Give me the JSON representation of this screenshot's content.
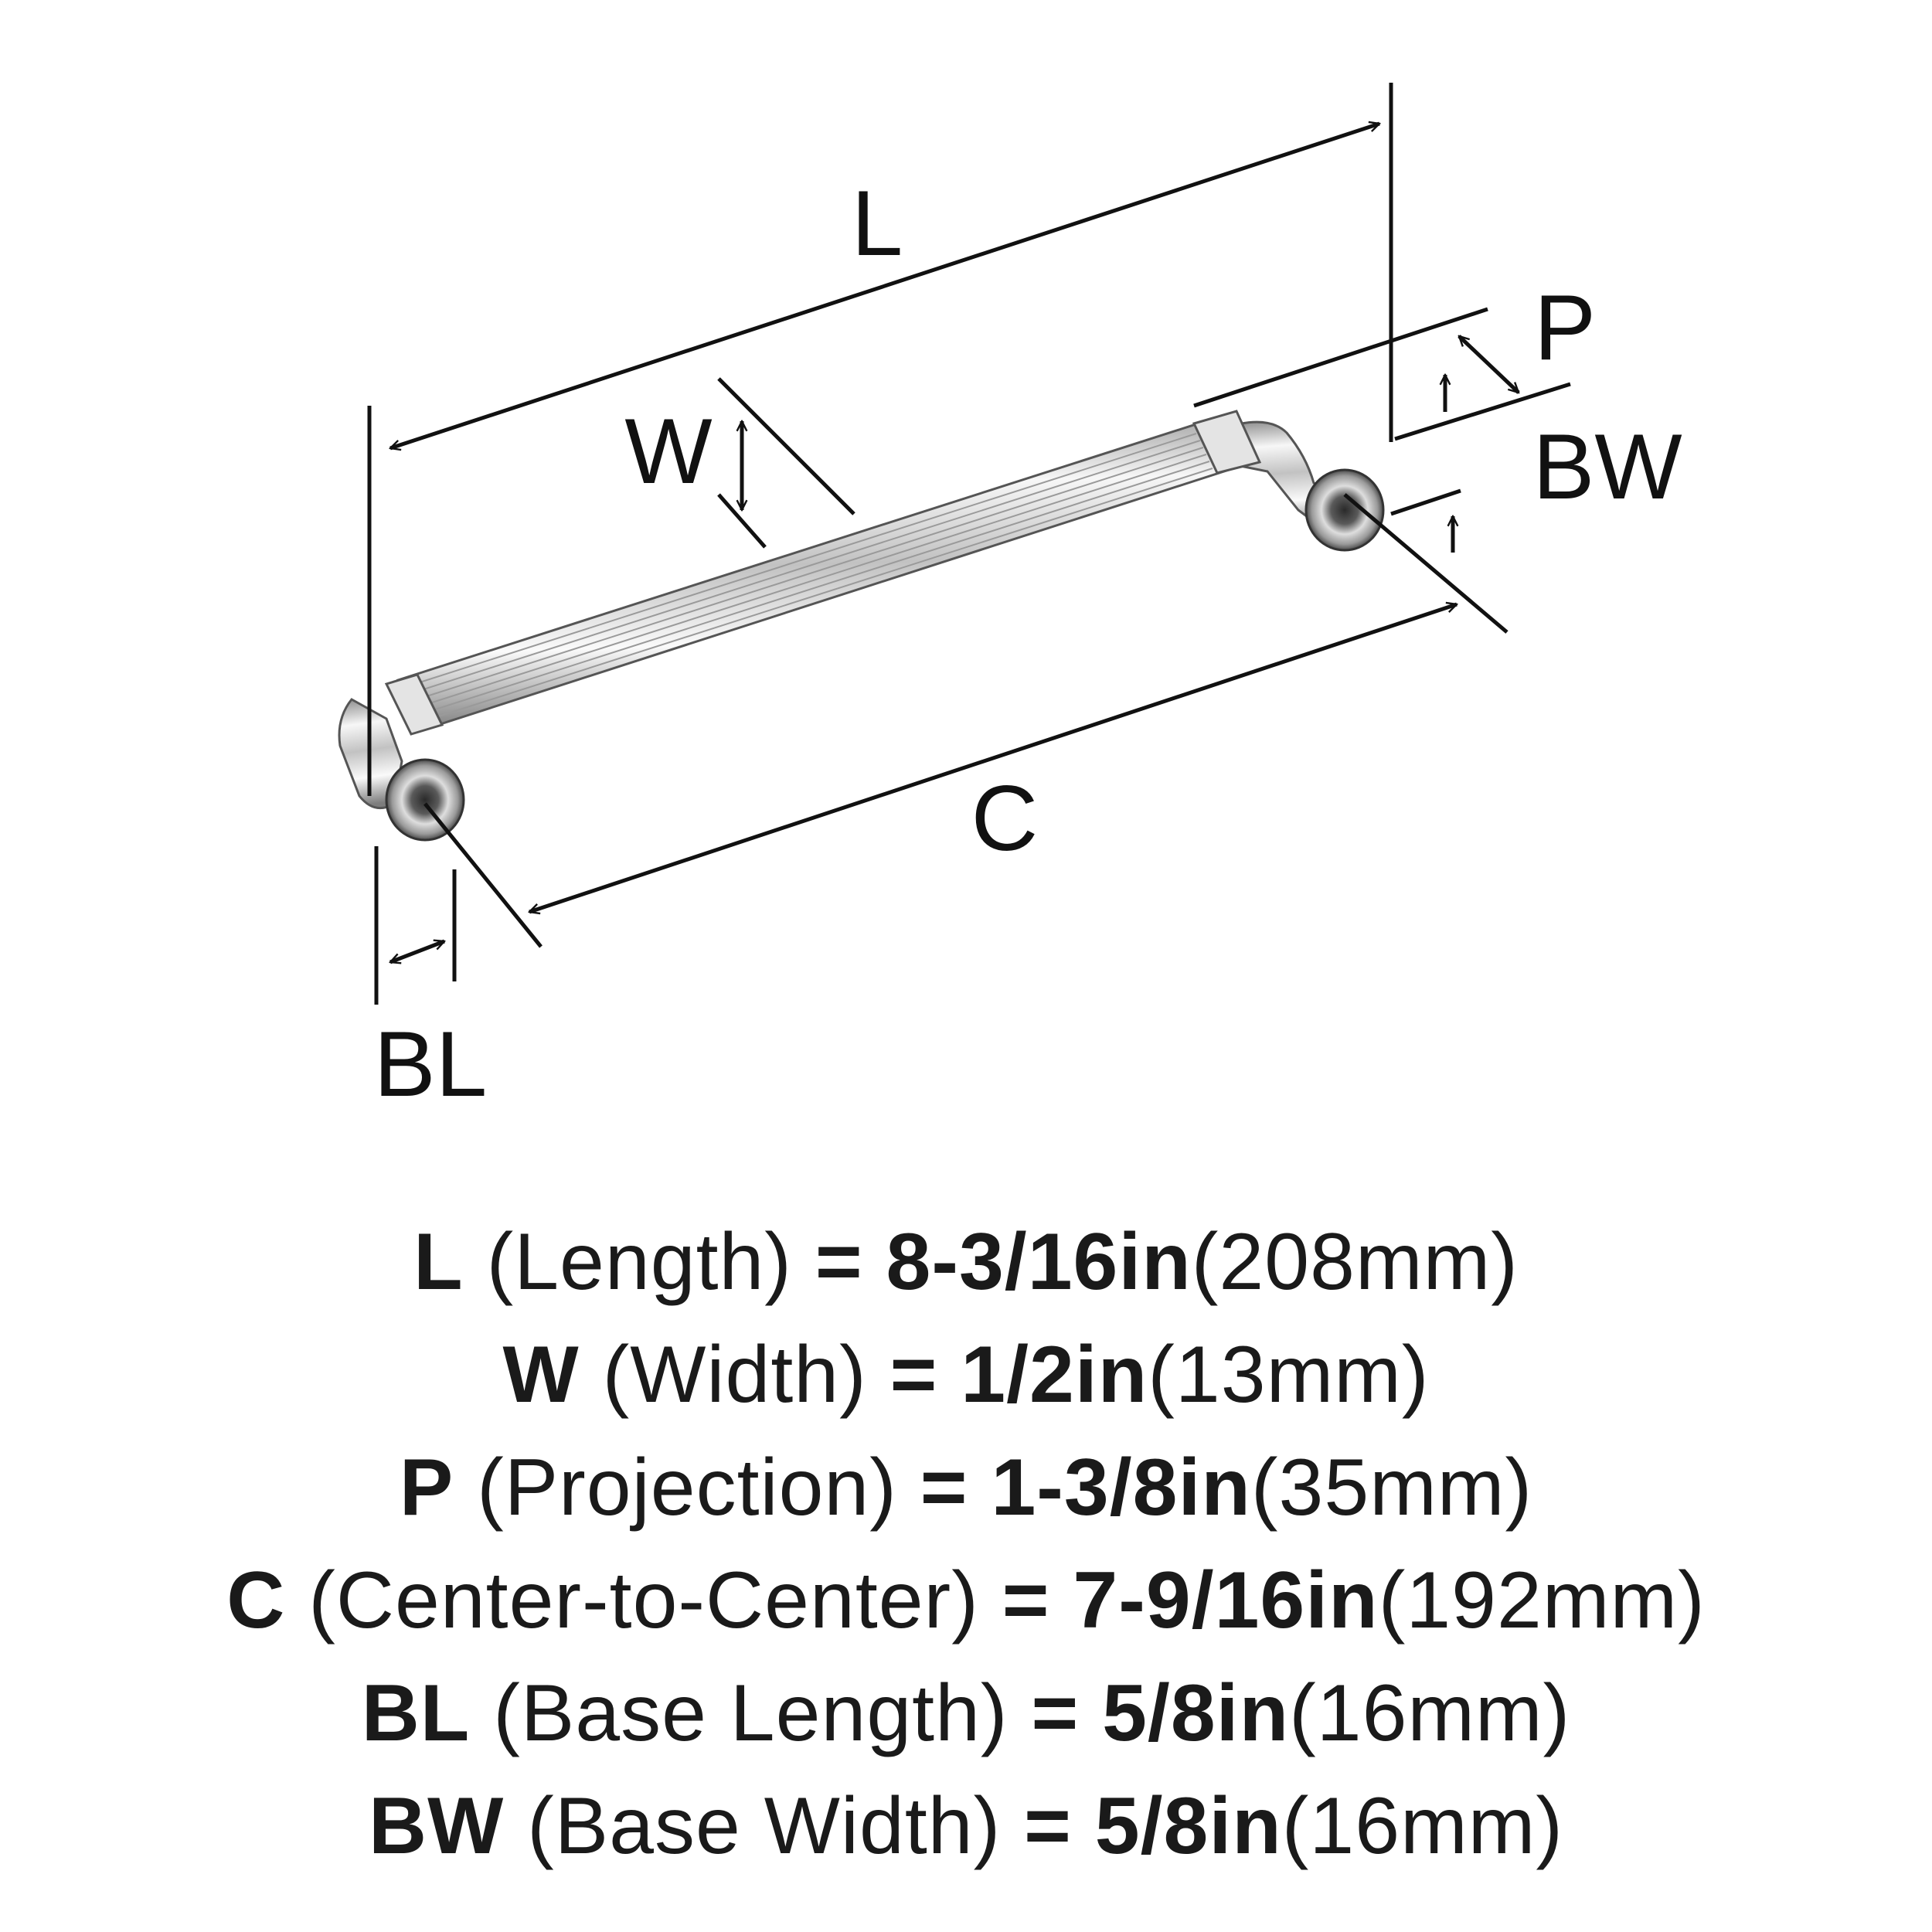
{
  "labels": {
    "L": "L",
    "W": "W",
    "P": "P",
    "BW": "BW",
    "C": "C",
    "BL": "BL"
  },
  "specs": [
    {
      "key": "L",
      "desc": "(Length)",
      "eq": "=",
      "imperial": "8-3/16in",
      "metric": "(208mm)"
    },
    {
      "key": "W",
      "desc": "(Width)",
      "eq": "=",
      "imperial": "1/2in",
      "metric": "(13mm)"
    },
    {
      "key": "P",
      "desc": "(Projection)",
      "eq": "=",
      "imperial": "1-3/8in",
      "metric": "(35mm)"
    },
    {
      "key": "C",
      "desc": "(Center-to-Center)",
      "eq": "=",
      "imperial": "7-9/16in",
      "metric": "(192mm)"
    },
    {
      "key": "BL",
      "desc": "(Base Length)",
      "eq": "=",
      "imperial": "5/8in",
      "metric": "(16mm)"
    },
    {
      "key": "BW",
      "desc": "(Base Width)",
      "eq": "=",
      "imperial": "5/8in",
      "metric": "(16mm)"
    }
  ],
  "colors": {
    "line": "#111111",
    "metal_light": "#f2f2f2",
    "metal_mid": "#c9c9c9",
    "metal_dark": "#6e6e6e"
  }
}
